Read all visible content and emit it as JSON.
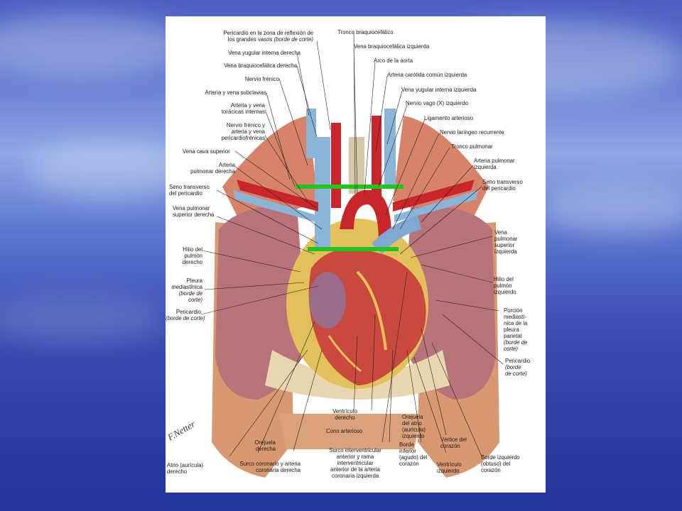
{
  "labels": {
    "pericardio_reflexion_1": "Pericardio en la zona de reflexión de",
    "pericardio_reflexion_2": "los grandes vasos",
    "pericardio_reflexion_3": "(borde de corte)",
    "tronco_braquiocefalico": "Tronco braquiocefálico",
    "vena_yugular_int_der": "Vena yugular interna derecha",
    "vena_braquio_izq": "Vena braquiocefálica izquierda",
    "vena_braquio_der": "Vena braquiocefálica derecha",
    "arco_aorta": "Arco de la aorta",
    "nervio_frenico": "Nervio frénico",
    "arteria_carotida": "Arteria carótida común izquierda",
    "arteria_vena_subclavias": "Arteria y vena subclavias",
    "vena_yugular_int_izq": "Vena  yugular interna izquierda",
    "art_vena_toracicas_1": "Arteria y vena",
    "art_vena_toracicas_2": "torácicas internas",
    "nervio_vago": "Nervio vago (X) izquierdo",
    "ligamento_arterioso": "Ligamento arterioso",
    "nervio_frenico_peri_1": "Nervio frénico y",
    "nervio_frenico_peri_2": "arteria y vena",
    "nervio_frenico_peri_3": "pericardiofrénicas",
    "nervio_laringeo": "Nervio laríngeo recurrente",
    "tronco_pulmonar": "Tronco pulmonar",
    "vena_cava_superior": "Vena cava superior",
    "arteria_pulm_der_1": "Arteria",
    "arteria_pulm_der_2": "pulmonar derecha",
    "arteria_pulm_izq_1": "Arteria pulmonar",
    "arteria_pulm_izq_2": "izquierda",
    "seno_transverso_izq_1": "Seno transverso",
    "seno_transverso_izq_2": "del pericardio",
    "seno_transverso_der_1": "Seno transverso",
    "seno_transverso_der_2": "del pericardio",
    "vena_pulm_sup_der_1": "Vena pulmonar",
    "vena_pulm_sup_der_2": "superior derecha",
    "vena_pulm_sup_izq_1": "Vena",
    "vena_pulm_sup_izq_2": "pulmonar",
    "vena_pulm_sup_izq_3": "superior",
    "vena_pulm_sup_izq_4": "izquierda",
    "hilio_der_1": "Hilio del",
    "hilio_der_2": "pulmón",
    "hilio_der_3": "derecho",
    "hilio_izq_1": "Hilio del",
    "hilio_izq_2": "pulmón",
    "hilio_izq_3": "izquierdo",
    "pleura_med_1": "Pleura",
    "pleura_med_2": "mediastínica",
    "pleura_med_3": "(borde de",
    "pleura_med_4": "corte)",
    "pericardio_der_1": "Pericardio",
    "pericardio_der_2": "(borde de corte)",
    "porcion_med_1": "Porción",
    "porcion_med_2": "mediastí-",
    "porcion_med_3": "nica de la",
    "porcion_med_4": "pleura",
    "porcion_med_5": "parietal",
    "porcion_med_6": "(borde de",
    "porcion_med_7": "corte)",
    "pericardio_izq_1": "Pericardio",
    "pericardio_izq_2": "(borde",
    "pericardio_izq_3": "de corte)",
    "ventriculo_der_1": "Ventrículo",
    "ventriculo_der_2": "derecho",
    "cono_arterioso": "Cono arterioso",
    "orejuela_atrio_izq_1": "Orejuela",
    "orejuela_atrio_izq_2": "del atrio",
    "orejuela_atrio_izq_3": "(aurícula)",
    "orejuela_atrio_izq_4": "izquierdo",
    "vertice_1": "Vértice del",
    "vertice_2": "corazón",
    "orejuela_der_1": "Orejuela",
    "orejuela_der_2": "derecha",
    "surco_inter_1": "Surco interventricular",
    "surco_inter_2": "anterior y rama",
    "surco_inter_3": "interventricular",
    "surco_inter_4": "anterior de la arteria",
    "surco_inter_5": "coronaria izquierda",
    "borde_inf_1": "Borde",
    "borde_inf_2": "inferior",
    "borde_inf_3": "(agudo) del",
    "borde_inf_4": "corazón",
    "ventriculo_izq_1": "Ventrículo",
    "ventriculo_izq_2": "izquierdo",
    "borde_izq_1": "Borde izquierdo",
    "borde_izq_2": "(obtuso) del",
    "borde_izq_3": "corazón",
    "atrio_der_1": "Atrio (aurícula)",
    "atrio_der_2": "derecho",
    "surco_coronario_1": "Surco coronario y arteria",
    "surco_coronario_2": "coronaria derecha"
  },
  "colors": {
    "highlight_green": "#22c41e",
    "lung": "#b8727a",
    "heart": "#c9493e",
    "vein_blue": "#8ab4d8",
    "artery_red": "#c8262a",
    "fat_yellow": "#e3c15a"
  }
}
